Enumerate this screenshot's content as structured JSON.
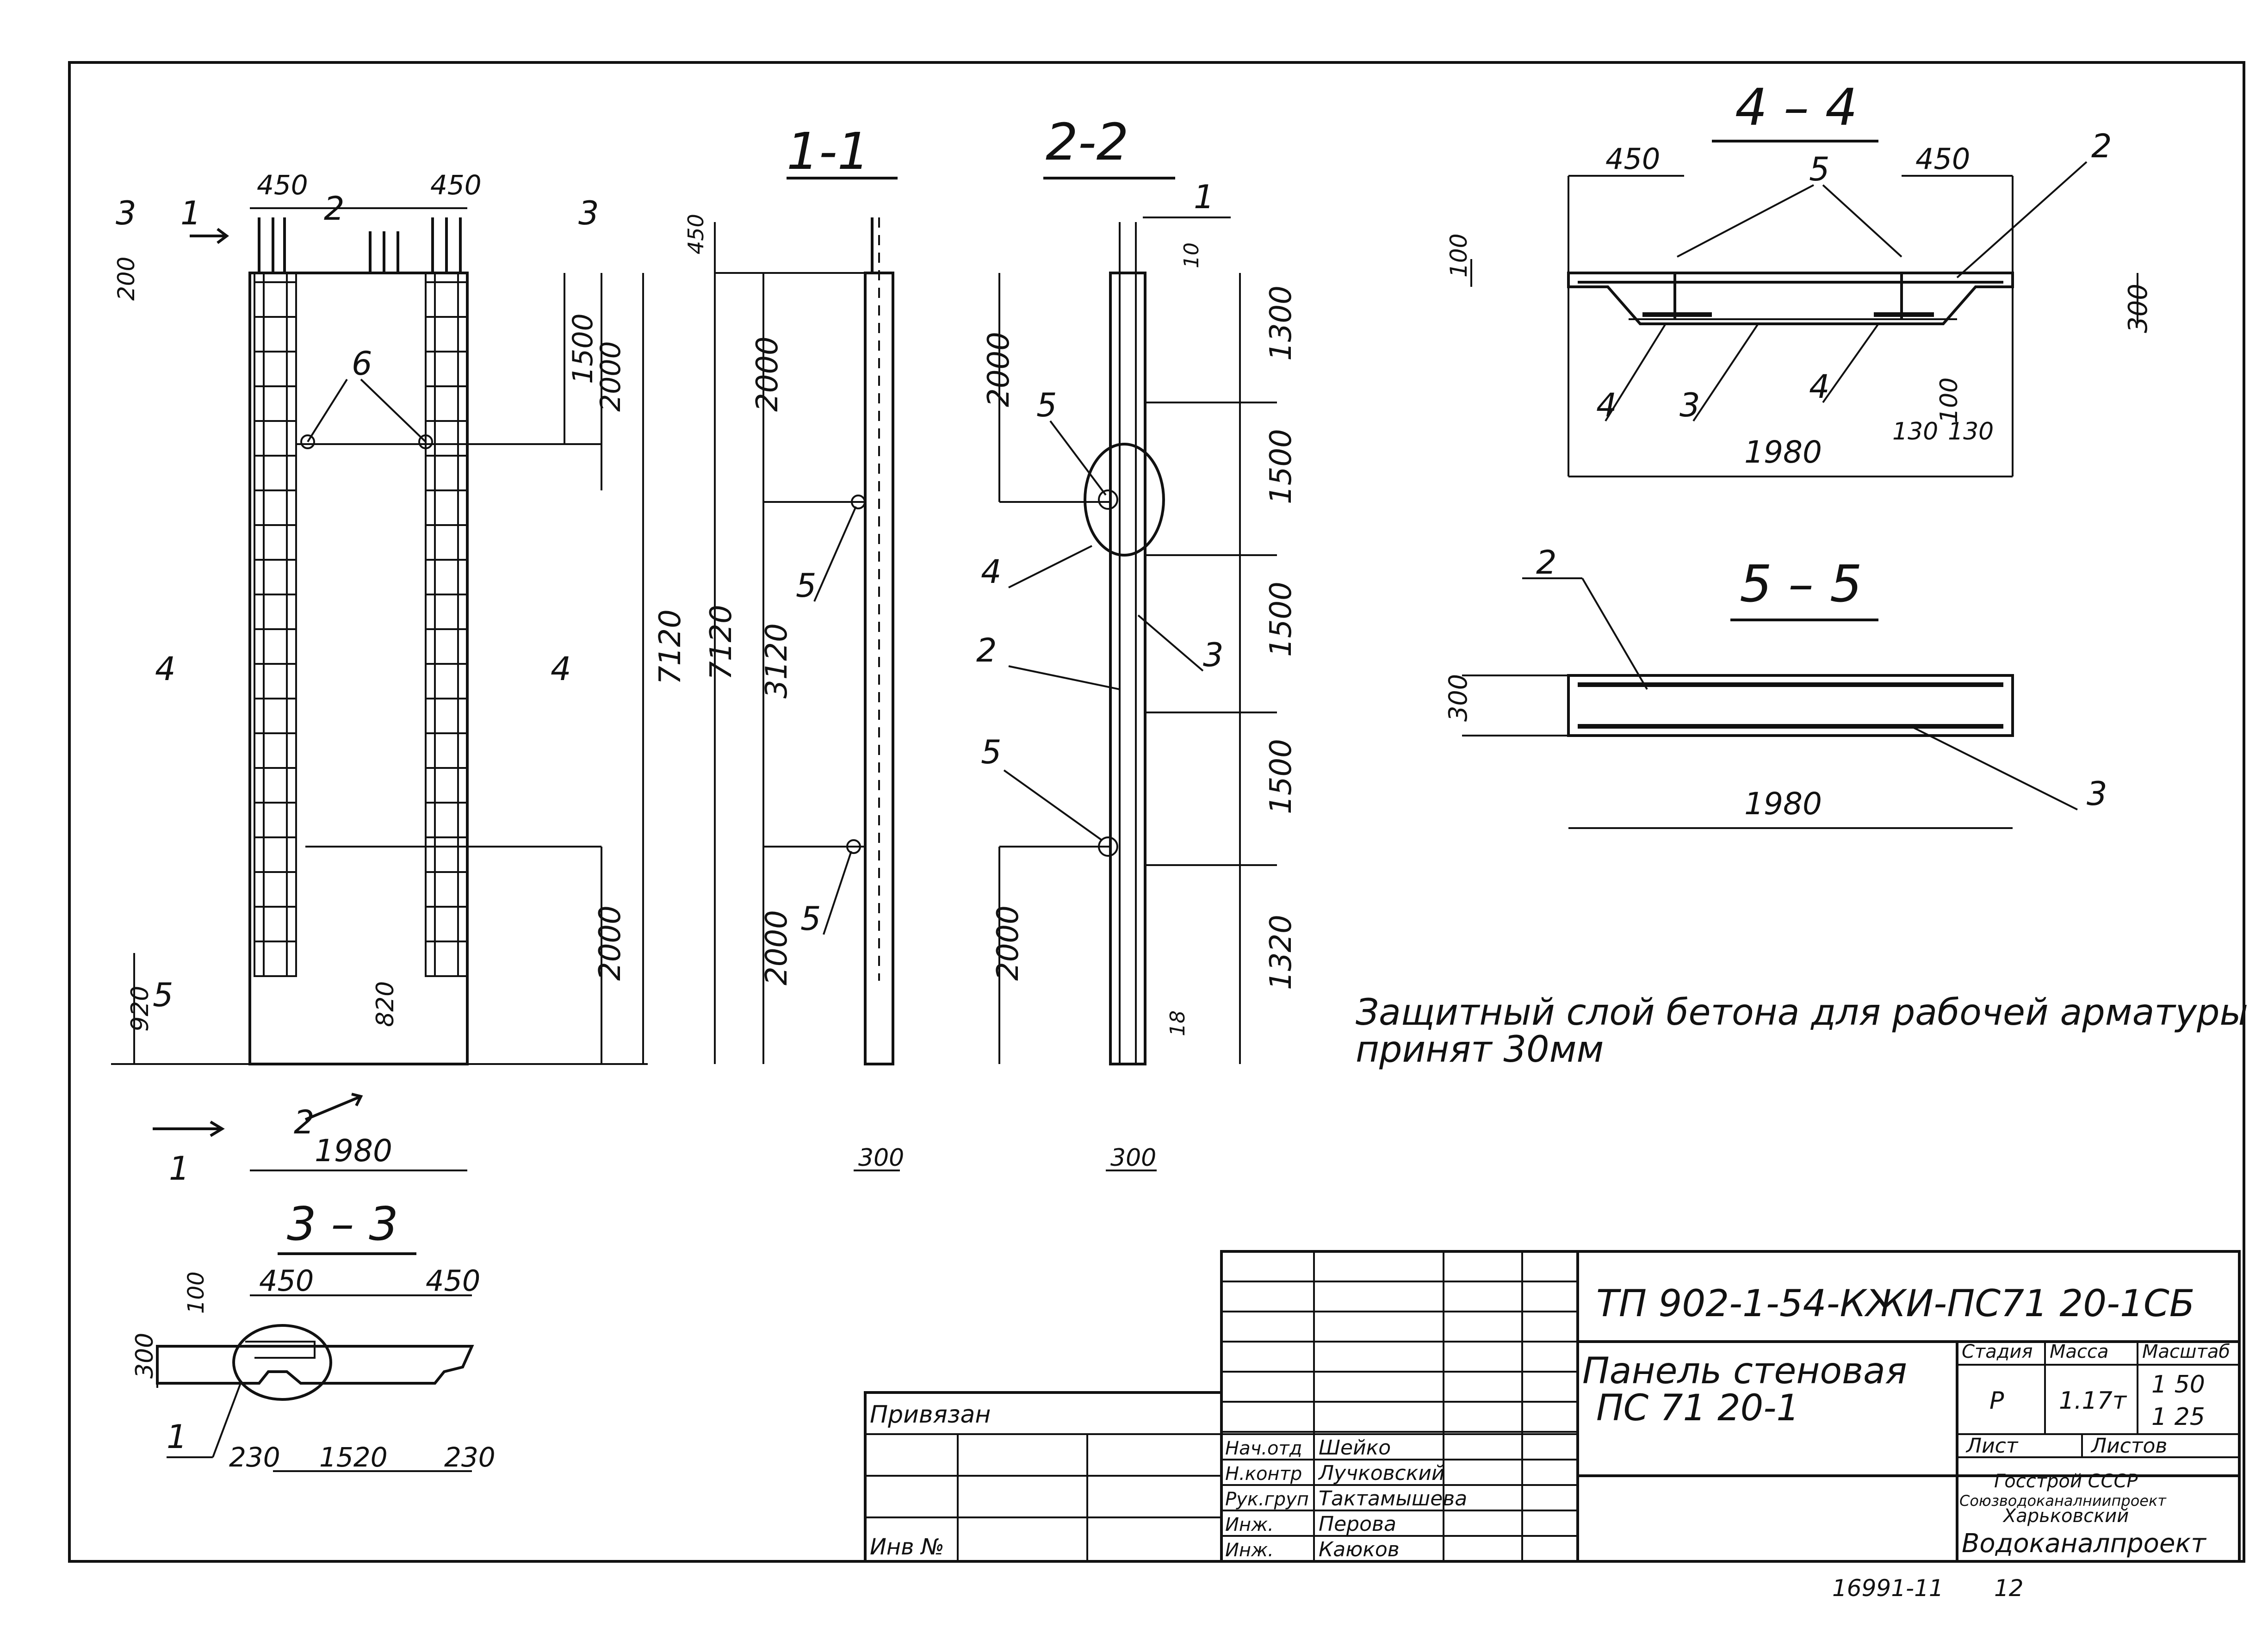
{
  "section_titles": {
    "s11": "1-1",
    "s22": "2-2",
    "s33": "3 – 3",
    "s44": "4 – 4",
    "s55": "5 – 5"
  },
  "elevation": {
    "section_marks": [
      "3",
      "1",
      "2",
      "3",
      "4",
      "4",
      "5",
      "1",
      "2"
    ],
    "dims": {
      "top_left": "450",
      "top_right": "450",
      "top_offset": "200",
      "d1500": "1500",
      "d2000_top": "2000",
      "d7120": "7120",
      "d2000_bottom": "2000",
      "d920": "920",
      "d820": "820",
      "width": "1980"
    },
    "item_mark": "6"
  },
  "section_1_1": {
    "dims": {
      "d450": "450",
      "d2000_top": "2000",
      "d3120": "3120",
      "d7120": "7120",
      "d2000_bottom": "2000",
      "thickness": "300"
    },
    "marks": [
      "5",
      "5"
    ]
  },
  "section_2_2": {
    "dims": {
      "d2000_top": "2000",
      "d10": "10",
      "d1300": "1300",
      "d1500a": "1500",
      "d1500b": "1500",
      "d1500c": "1500",
      "d1320": "1320",
      "d2000_bottom": "2000",
      "d18": "18",
      "thickness": "300"
    },
    "marks": [
      "1",
      "5",
      "4",
      "2",
      "3",
      "5"
    ]
  },
  "section_3_3": {
    "dims": {
      "d450a": "450",
      "d450b": "450",
      "d100": "100",
      "d300": "300",
      "d230a": "230",
      "d1520": "1520",
      "d230b": "230"
    },
    "marks": [
      "1"
    ]
  },
  "section_4_4": {
    "dims": {
      "d450a": "450",
      "d450b": "450",
      "d100": "100",
      "d300": "300",
      "d130a": "130",
      "d100b": "100",
      "d130b": "130",
      "width": "1980"
    },
    "marks": [
      "5",
      "2",
      "4",
      "3",
      "4"
    ]
  },
  "section_5_5": {
    "dims": {
      "d300": "300",
      "width": "1980"
    },
    "marks": [
      "2",
      "3"
    ]
  },
  "note": {
    "line1": "Защитный слой бетона для рабочей арматуры",
    "line2": "принят 30мм"
  },
  "title_block": {
    "code": "ТП 902-1-54-КЖИ-ПС71 20-1СБ",
    "name_line1": "Панель стеновая",
    "name_line2": "ПС 71 20-1",
    "stage_hdr": "Стадия",
    "mass_hdr": "Масса",
    "scale_hdr": "Масштаб",
    "stage": "Р",
    "mass": "1.17т",
    "scale1": "1 50",
    "scale2": "1 25",
    "sheet_hdr": "Лист",
    "sheets_hdr": "Листов",
    "org1": "Госстрой СССР",
    "org2": "Союзводоканалниипроект",
    "org3": "Харьковский",
    "org4": "Водоканалпроект",
    "bound_label": "Привязан",
    "inv_label": "Инв №",
    "roles": [
      "Нач.отд",
      "Н.контр",
      "Рук.груп",
      "Инж.",
      "Инж."
    ],
    "names": [
      "Шейко",
      "Лучковский",
      "Тактамышева",
      "Перова",
      "Каюков"
    ]
  },
  "footer": {
    "left": "16991-11",
    "right": "12"
  }
}
